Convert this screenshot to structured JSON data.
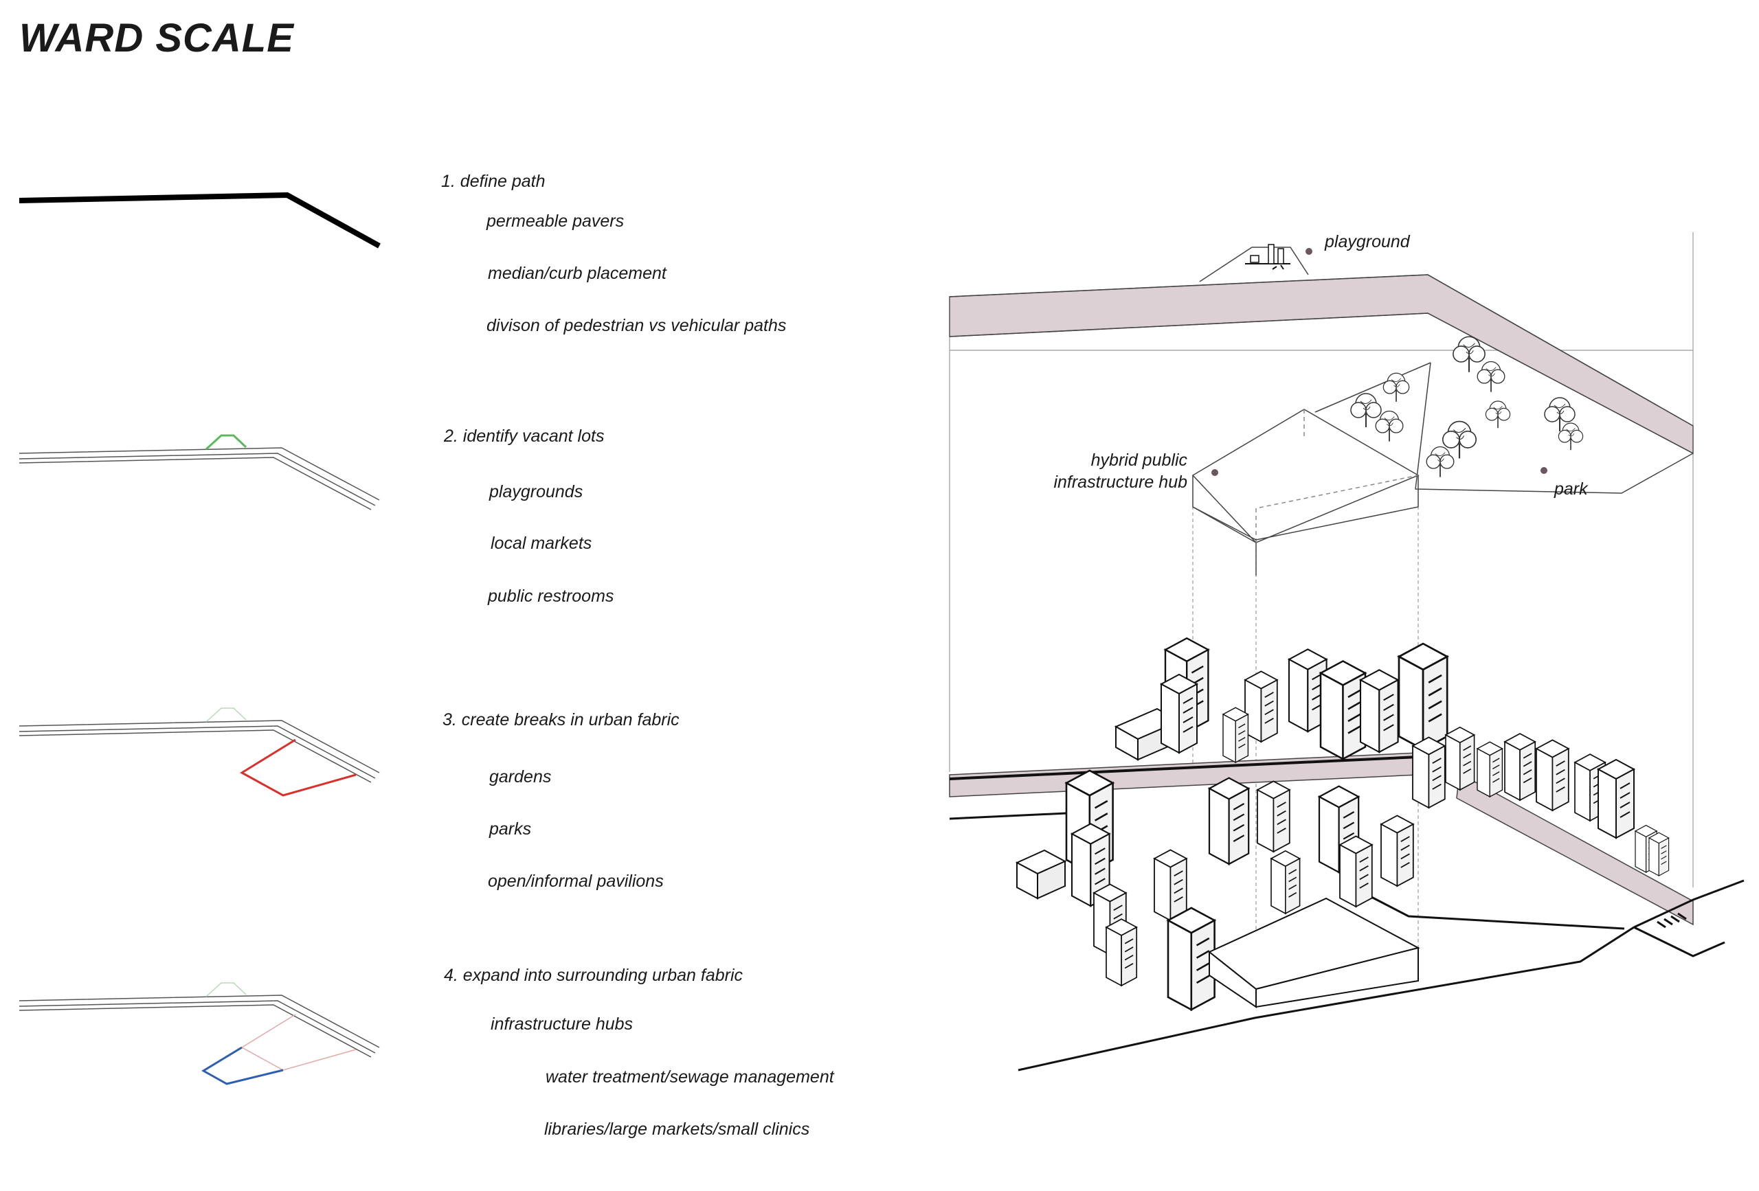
{
  "title": "WARD SCALE",
  "steps": [
    {
      "heading": "1. define path",
      "items": [
        "permeable pavers",
        "median/curb placement",
        "divison of pedestrian vs vehicular paths"
      ]
    },
    {
      "heading": "2. identify vacant lots",
      "items": [
        "playgrounds",
        "local markets",
        "public restrooms"
      ]
    },
    {
      "heading": "3. create breaks in urban fabric",
      "items": [
        "gardens",
        "parks",
        "open/informal pavilions"
      ]
    },
    {
      "heading": "4. expand into surrounding urban fabric",
      "items": [
        "infrastructure hubs",
        "water treatment/sewage management",
        "libraries/large markets/small clinics"
      ]
    }
  ],
  "axon_labels": {
    "playground": "playground",
    "hub_line1": "hybrid public",
    "hub_line2": "infrastructure hub",
    "park": "park"
  },
  "colors": {
    "path_fill": "#ddd0d5",
    "vacant_lot": "#5cb85c",
    "break": "#d9302c",
    "expansion": "#2f5fb0",
    "marker": "#6b5560"
  }
}
